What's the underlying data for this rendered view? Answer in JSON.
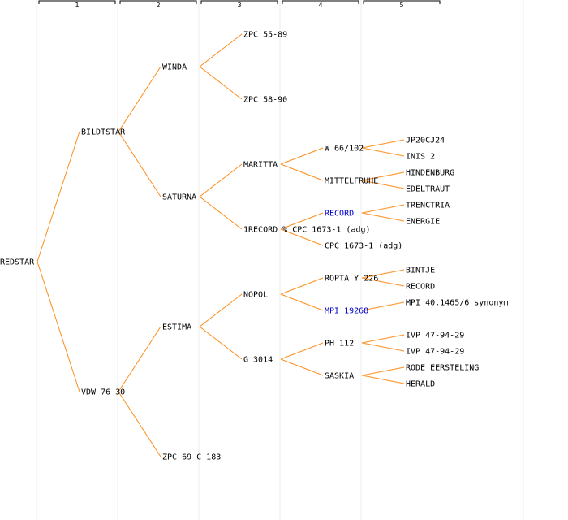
{
  "colors": {
    "edge": "#ff8c1a",
    "text": "#000000",
    "link": "#0000cc",
    "grid": "#eeeeee",
    "header": "#000000"
  },
  "headers": [
    "1",
    "2",
    "3",
    "4",
    "5"
  ],
  "nodes": [
    {
      "id": "redstar",
      "name": "REDSTAR",
      "gen": 0,
      "slot": 16.0,
      "link": false
    },
    {
      "id": "bildtstar",
      "name": "BILDTSTAR",
      "gen": 1,
      "slot": 8.0,
      "link": false
    },
    {
      "id": "vdw",
      "name": "VDW 76-30",
      "gen": 1,
      "slot": 24.0,
      "link": false
    },
    {
      "id": "winda",
      "name": "WINDA",
      "gen": 2,
      "slot": 4.0,
      "link": false
    },
    {
      "id": "saturna",
      "name": "SATURNA",
      "gen": 2,
      "slot": 12.0,
      "link": false
    },
    {
      "id": "estima",
      "name": "ESTIMA",
      "gen": 2,
      "slot": 20.0,
      "link": false
    },
    {
      "id": "zpc69",
      "name": "ZPC 69 C 183",
      "gen": 2,
      "slot": 28.0,
      "link": false
    },
    {
      "id": "zpc5589",
      "name": "ZPC 55-89",
      "gen": 3,
      "slot": 2.0,
      "link": false
    },
    {
      "id": "zpc5890",
      "name": "ZPC 58-90",
      "gen": 3,
      "slot": 6.0,
      "link": false
    },
    {
      "id": "maritta",
      "name": "MARITTA",
      "gen": 3,
      "slot": 10.0,
      "link": false
    },
    {
      "id": "onerecord",
      "name": "1RECORD % CPC 1673-1 (adg)",
      "gen": 3,
      "slot": 14.0,
      "link": false
    },
    {
      "id": "nopol",
      "name": "NOPOL",
      "gen": 3,
      "slot": 18.0,
      "link": false
    },
    {
      "id": "g3014",
      "name": "G 3014",
      "gen": 3,
      "slot": 22.0,
      "link": false
    },
    {
      "id": "w66",
      "name": "W 66/102",
      "gen": 4,
      "slot": 9.0,
      "link": false
    },
    {
      "id": "mittel",
      "name": "MITTELFRUHE",
      "gen": 4,
      "slot": 11.0,
      "link": false
    },
    {
      "id": "record4",
      "name": "RECORD",
      "gen": 4,
      "slot": 13.0,
      "link": true
    },
    {
      "id": "cpc1673",
      "name": "CPC 1673-1 (adg)",
      "gen": 4,
      "slot": 15.0,
      "link": false
    },
    {
      "id": "ropta",
      "name": "ROPTA Y 226",
      "gen": 4,
      "slot": 17.0,
      "link": false
    },
    {
      "id": "mpi19268",
      "name": "MPI 19268",
      "gen": 4,
      "slot": 19.0,
      "link": true
    },
    {
      "id": "ph112",
      "name": "PH 112",
      "gen": 4,
      "slot": 21.0,
      "link": false
    },
    {
      "id": "saskia",
      "name": "SASKIA",
      "gen": 4,
      "slot": 23.0,
      "link": false
    },
    {
      "id": "jp20",
      "name": "JP20CJ24",
      "gen": 5,
      "slot": 8.5,
      "link": false
    },
    {
      "id": "inis2",
      "name": "INIS 2",
      "gen": 5,
      "slot": 9.5,
      "link": false
    },
    {
      "id": "hind",
      "name": "HINDENBURG",
      "gen": 5,
      "slot": 10.5,
      "link": false
    },
    {
      "id": "edel",
      "name": "EDELTRAUT",
      "gen": 5,
      "slot": 11.5,
      "link": false
    },
    {
      "id": "trenc",
      "name": "TRENCTRIA",
      "gen": 5,
      "slot": 12.5,
      "link": false
    },
    {
      "id": "energie",
      "name": "ENERGIE",
      "gen": 5,
      "slot": 13.5,
      "link": false
    },
    {
      "id": "bintje",
      "name": "BINTJE",
      "gen": 5,
      "slot": 16.5,
      "link": false
    },
    {
      "id": "record5",
      "name": "RECORD",
      "gen": 5,
      "slot": 17.5,
      "link": false
    },
    {
      "id": "mpi40",
      "name": "MPI 40.1465/6 synonym",
      "gen": 5,
      "slot": 18.5,
      "link": false
    },
    {
      "id": "ivp1",
      "name": "IVP 47-94-29",
      "gen": 5,
      "slot": 20.5,
      "link": false
    },
    {
      "id": "ivp2",
      "name": "IVP 47-94-29",
      "gen": 5,
      "slot": 21.5,
      "link": false
    },
    {
      "id": "rode",
      "name": "RODE EERSTELING",
      "gen": 5,
      "slot": 22.5,
      "link": false
    },
    {
      "id": "herald",
      "name": "HERALD",
      "gen": 5,
      "slot": 23.5,
      "link": false
    }
  ],
  "edges": [
    [
      "redstar",
      "bildtstar"
    ],
    [
      "redstar",
      "vdw"
    ],
    [
      "bildtstar",
      "winda"
    ],
    [
      "bildtstar",
      "saturna"
    ],
    [
      "vdw",
      "estima"
    ],
    [
      "vdw",
      "zpc69"
    ],
    [
      "winda",
      "zpc5589"
    ],
    [
      "winda",
      "zpc5890"
    ],
    [
      "saturna",
      "maritta"
    ],
    [
      "saturna",
      "onerecord"
    ],
    [
      "estima",
      "nopol"
    ],
    [
      "estima",
      "g3014"
    ],
    [
      "maritta",
      "w66"
    ],
    [
      "maritta",
      "mittel"
    ],
    [
      "onerecord",
      "record4"
    ],
    [
      "onerecord",
      "cpc1673"
    ],
    [
      "nopol",
      "ropta"
    ],
    [
      "nopol",
      "mpi19268"
    ],
    [
      "g3014",
      "ph112"
    ],
    [
      "g3014",
      "saskia"
    ],
    [
      "w66",
      "jp20"
    ],
    [
      "w66",
      "inis2"
    ],
    [
      "mittel",
      "hind"
    ],
    [
      "mittel",
      "edel"
    ],
    [
      "record4",
      "trenc"
    ],
    [
      "record4",
      "energie"
    ],
    [
      "ropta",
      "bintje"
    ],
    [
      "ropta",
      "record5"
    ],
    [
      "mpi19268",
      "mpi40"
    ],
    [
      "ph112",
      "ivp1"
    ],
    [
      "ph112",
      "ivp2"
    ],
    [
      "saskia",
      "rode"
    ],
    [
      "saskia",
      "herald"
    ]
  ]
}
